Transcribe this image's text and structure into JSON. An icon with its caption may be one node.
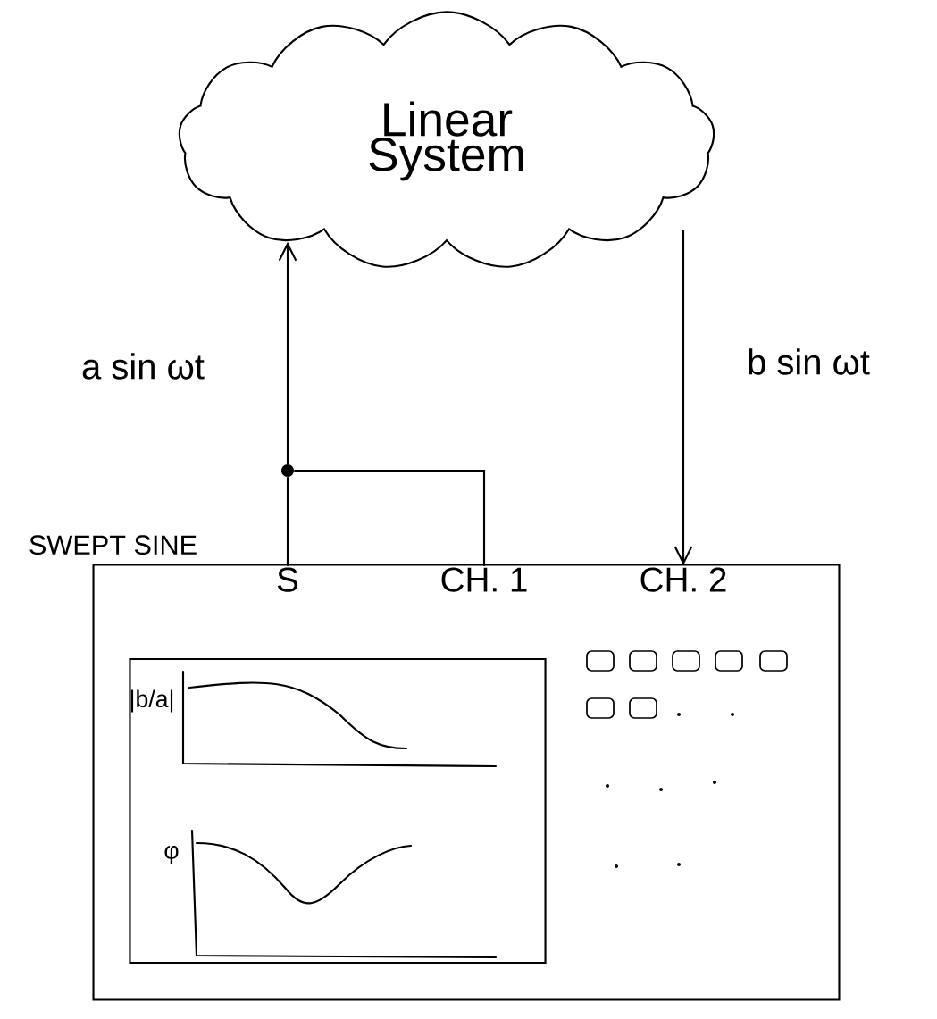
{
  "diagram": {
    "nodes": [
      {
        "text": [
          "Linear System"
        ]
      },
      {
        "text": [],
        "shape": "box",
        "beside": [
          "SWEPT SINE"
        ]
      },
      {
        "text": [
          "S"
        ],
        "in": 1
      },
      {
        "text": [
          "CH. 1"
        ],
        "in": 1
      },
      {
        "text": [
          "CH. 2"
        ],
        "in": 1
      },
      {
        "text": [],
        "shape": "circle"
      },
      {
        "text": [],
        "shape": "box",
        "in": 1
      }
    ],
    "edges": [
      {
        "from": 2,
        "to": 5,
        "arrow": "none"
      },
      {
        "from": 5,
        "to": 0,
        "arrow": "to",
        "label": "a sin ωt"
      },
      {
        "from": 5,
        "to": 3,
        "arrow": "none"
      },
      {
        "from": 0,
        "to": 4,
        "arrow": "to",
        "label": "b sin ωt"
      }
    ],
    "labels": [
      "|b/a|",
      "φ"
    ]
  }
}
